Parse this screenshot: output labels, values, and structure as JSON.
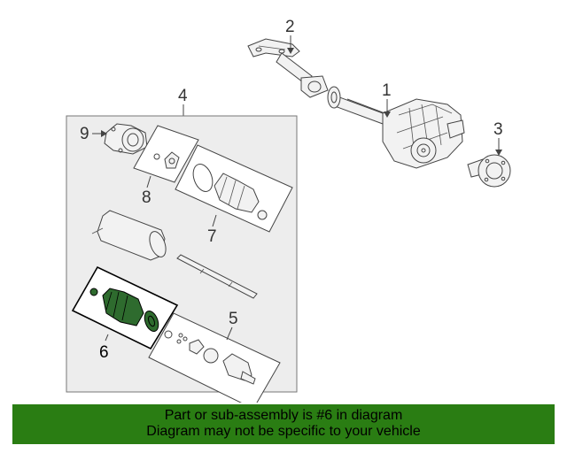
{
  "diagram": {
    "callouts": {
      "c1": "1",
      "c2": "2",
      "c3": "3",
      "c4": "4",
      "c5": "5",
      "c6": "6",
      "c7": "7",
      "c8": "8",
      "c9": "9"
    },
    "highlight_color": "#2e6b2e"
  },
  "banner": {
    "line1": "Part or sub-assembly is #6 in diagram",
    "line2": "Diagram may not be specific to your vehicle",
    "background": "#2a7d13"
  }
}
